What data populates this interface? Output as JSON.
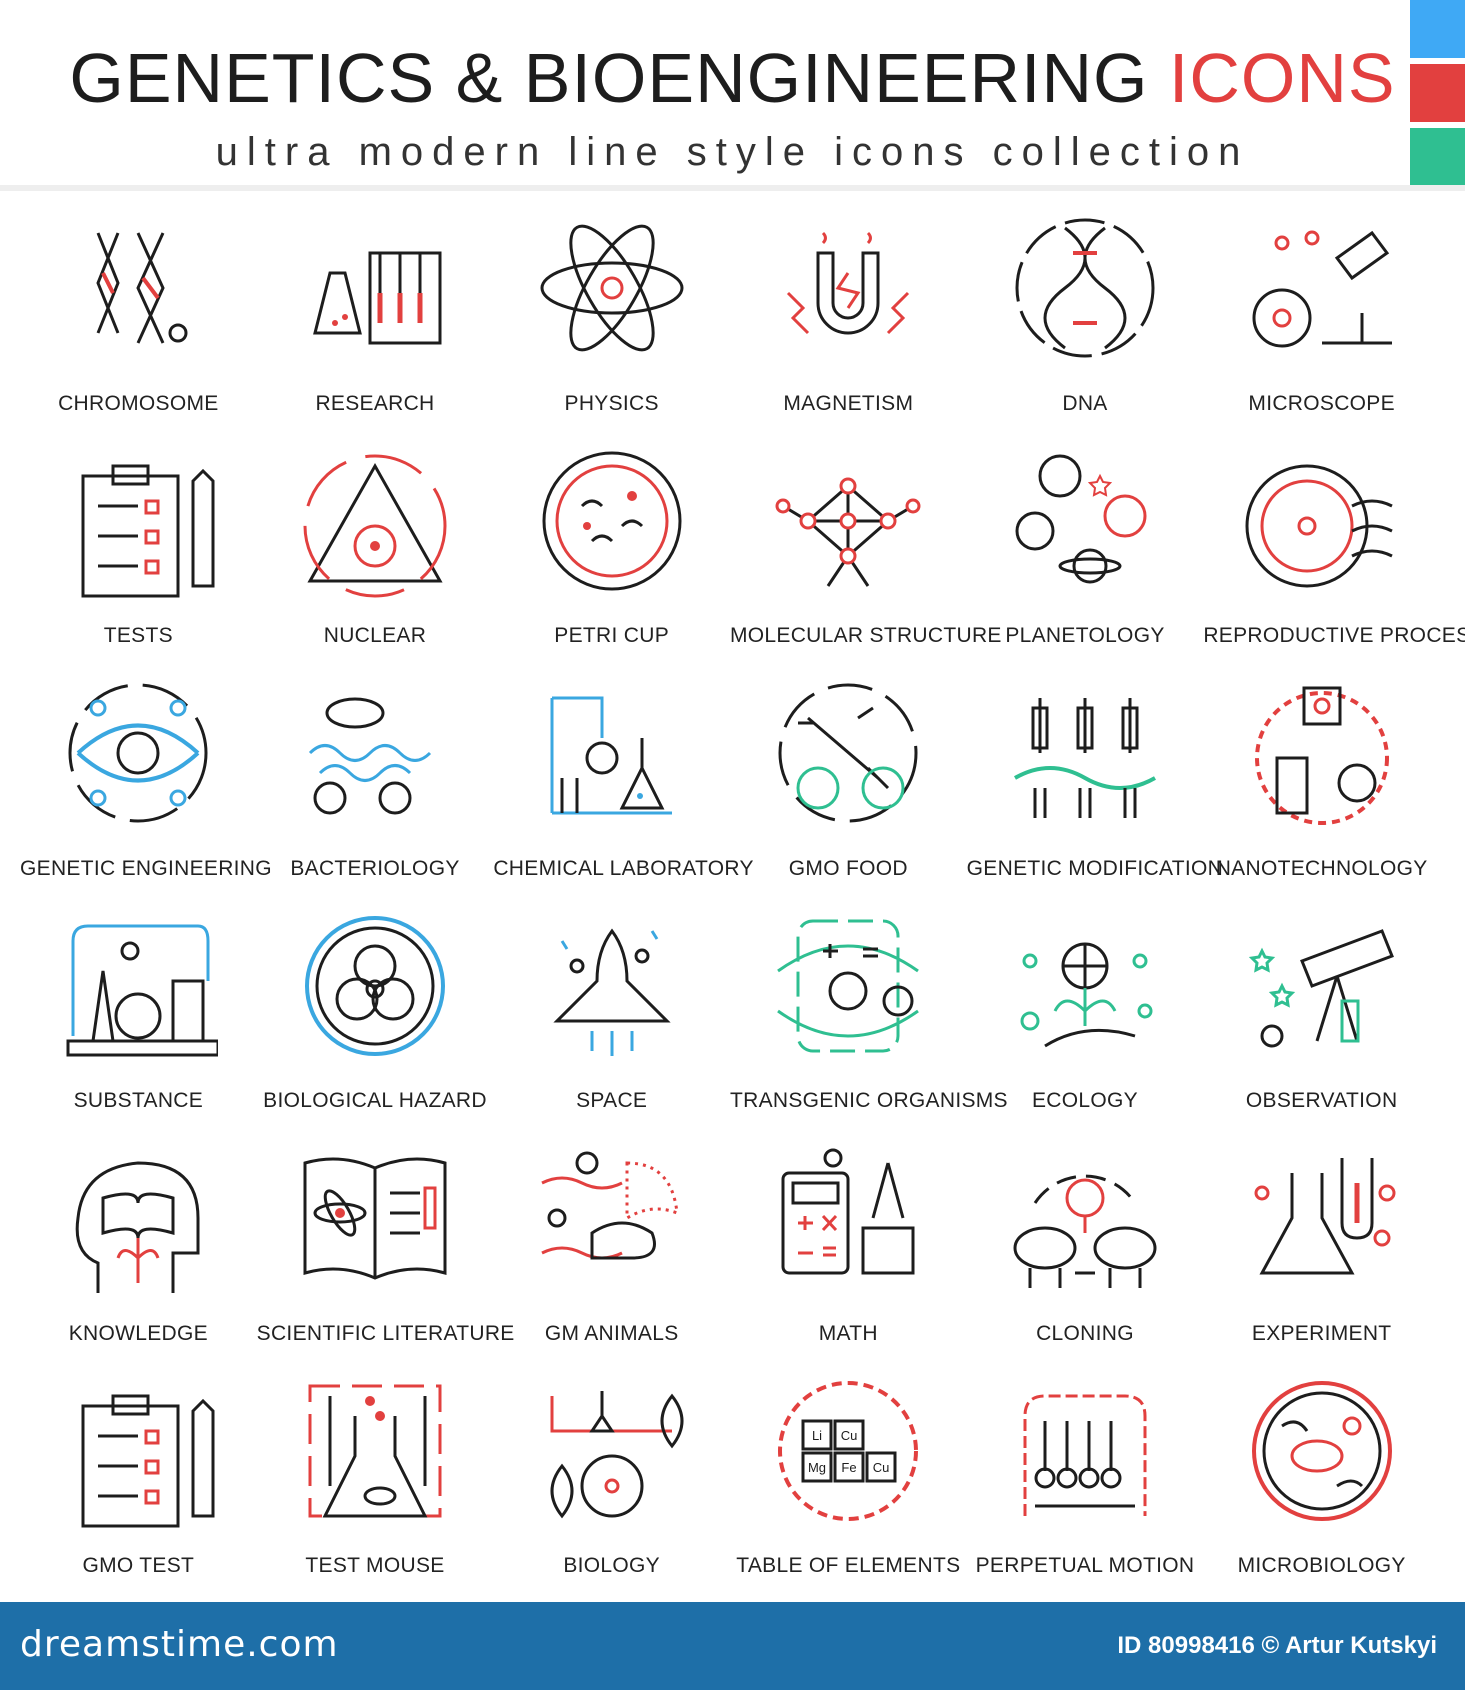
{
  "header": {
    "title_main": "GENETICS & BIOENGINEERING",
    "title_accent": "ICONS",
    "subtitle": "ultra modern line style icons collection"
  },
  "colors": {
    "accent_red": "#e2403f",
    "accent_blue": "#3aa7e0",
    "accent_green": "#2fbf91",
    "swatch_1": "#3fa9f5",
    "swatch_2": "#e2403f",
    "swatch_3": "#2fbf91",
    "footer": "#1e6fa8"
  },
  "icons": [
    {
      "label": "CHROMOSOME",
      "icon": "chromosome-icon"
    },
    {
      "label": "RESEARCH",
      "icon": "research-icon"
    },
    {
      "label": "PHYSICS",
      "icon": "physics-icon"
    },
    {
      "label": "MAGNETISM",
      "icon": "magnetism-icon"
    },
    {
      "label": "DNA",
      "icon": "dna-icon"
    },
    {
      "label": "MICROSCOPE",
      "icon": "microscope-icon"
    },
    {
      "label": "TESTS",
      "icon": "tests-icon"
    },
    {
      "label": "NUCLEAR",
      "icon": "nuclear-icon"
    },
    {
      "label": "PETRI CUP",
      "icon": "petri-cup-icon"
    },
    {
      "label": "MOLECULAR STRUCTURE",
      "icon": "molecular-structure-icon"
    },
    {
      "label": "PLANETOLOGY",
      "icon": "planetology-icon"
    },
    {
      "label": "REPRODUCTIVE PROCESS",
      "icon": "reproductive-process-icon"
    },
    {
      "label": "GENETIC ENGINEERING",
      "icon": "genetic-engineering-icon"
    },
    {
      "label": "BACTERIOLOGY",
      "icon": "bacteriology-icon"
    },
    {
      "label": "CHEMICAL LABORATORY",
      "icon": "chemical-laboratory-icon"
    },
    {
      "label": "GMO FOOD",
      "icon": "gmo-food-icon"
    },
    {
      "label": "GENETIC MODIFICATION",
      "icon": "genetic-modification-icon"
    },
    {
      "label": "NANOTECHNOLOGY",
      "icon": "nanotechnology-icon"
    },
    {
      "label": "SUBSTANCE",
      "icon": "substance-icon"
    },
    {
      "label": "BIOLOGICAL HAZARD",
      "icon": "biological-hazard-icon"
    },
    {
      "label": "SPACE",
      "icon": "space-icon"
    },
    {
      "label": "TRANSGENIC ORGANISMS",
      "icon": "transgenic-organisms-icon"
    },
    {
      "label": "ECOLOGY",
      "icon": "ecology-icon"
    },
    {
      "label": "OBSERVATION",
      "icon": "observation-icon"
    },
    {
      "label": "KNOWLEDGE",
      "icon": "knowledge-icon"
    },
    {
      "label": "SCIENTIFIC LITERATURE",
      "icon": "scientific-literature-icon"
    },
    {
      "label": "GM ANIMALS",
      "icon": "gm-animals-icon"
    },
    {
      "label": "MATH",
      "icon": "math-icon"
    },
    {
      "label": "CLONING",
      "icon": "cloning-icon"
    },
    {
      "label": "EXPERIMENT",
      "icon": "experiment-icon"
    },
    {
      "label": "GMO TEST",
      "icon": "gmo-test-icon"
    },
    {
      "label": "TEST MOUSE",
      "icon": "test-mouse-icon"
    },
    {
      "label": "BIOLOGY",
      "icon": "biology-icon"
    },
    {
      "label": "TABLE OF ELEMENTS",
      "icon": "table-of-elements-icon"
    },
    {
      "label": "PERPETUAL MOTION",
      "icon": "perpetual-motion-icon"
    },
    {
      "label": "MICROBIOLOGY",
      "icon": "microbiology-icon"
    }
  ],
  "element_symbols": [
    "Li",
    "Cu",
    "Mg",
    "Fe",
    "Cu"
  ],
  "footer": {
    "brand": "dreamstime.com",
    "credit": "ID 80998416 © Artur Kutskyi"
  }
}
